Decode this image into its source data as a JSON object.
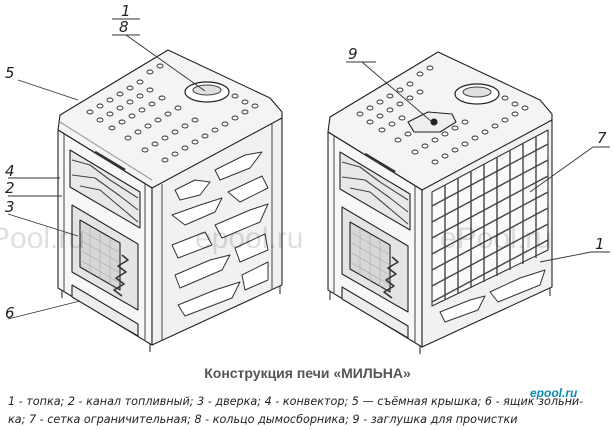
{
  "callouts": {
    "c1_left": "1",
    "c8": "8",
    "c5": "5",
    "c4": "4",
    "c2": "2",
    "c3": "3",
    "c6": "6",
    "c9": "9",
    "c7": "7",
    "c1_right": "1"
  },
  "watermarks": [
    "Pool.ru",
    "epool.ru",
    "ePool.ru"
  ],
  "title": "Конструкция печи «МИЛЬНА»",
  "brand": "epool.ru",
  "legend": {
    "line1": "1 - топка; 2 - канал топливный; 3 - дверка; 4 - конвектор; 5 — съёмная крышка; 6 - ящик зольни-",
    "line2": "ка; 7 - сетка ограничительная; 8 - кольцо дымосборника; 9 - заглушка для прочистки"
  }
}
